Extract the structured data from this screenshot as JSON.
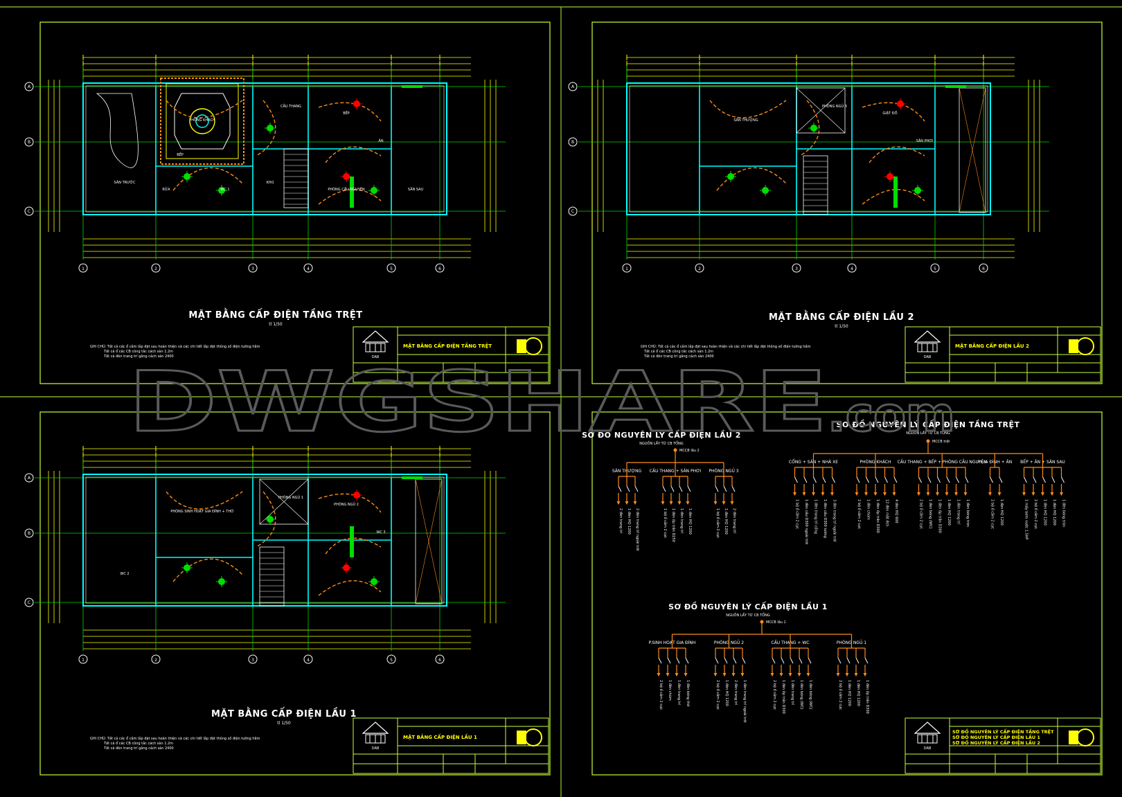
{
  "watermark": {
    "main": "DWGSHARE",
    "suffix": ".com"
  },
  "sheets": {
    "ground_floor": {
      "title": "MẶT BẰNG CẤP ĐIỆN TẦNG TRỆT",
      "scale": "tl 1/50",
      "titleblock_title": "MẶT BẰNG CẤP ĐIỆN TẦNG TRỆT",
      "logo_text": "DAB",
      "notes": [
        "GHI CHÚ: Tất cả các ổ cắm lắp đặt sau hoàn thiện và các chi tiết lắp đặt thông số điện tường hầm",
        "Tất cả ổ các CB công tắc cách sàn 1.2m",
        "Tất cả đèn trang trí gắng cách sàn 2400"
      ],
      "rooms": [
        "PHÒNG KHÁCH",
        "CẦU THANG",
        "BẾP",
        "ĂN",
        "SÂN TRƯỚC",
        "BẾP",
        "RỬA",
        "WC 1",
        "KHO",
        "PHÒNG CẦU NGUYỆN",
        "SÂN SAU"
      ],
      "grid_cols": [
        "1",
        "2",
        "3",
        "4",
        "5",
        "6"
      ],
      "grid_rows": [
        "A",
        "B",
        "C"
      ]
    },
    "floor2": {
      "title": "MẶT BẰNG CẤP ĐIỆN LẦU 2",
      "scale": "tl 1/50",
      "titleblock_title": "MẶT BẰNG CẤP ĐIỆN LẦU 2",
      "logo_text": "DAB",
      "notes": [
        "GHI CHÚ: Tất cả các ổ cắm lắp đặt sau hoàn thiện và các chi tiết lắp đặt thông số điện tường hầm",
        "Tất cả ổ các CB công tắc cách sàn 1.2m",
        "Tất cả đèn trang trí gắng cách sàn 2400"
      ],
      "rooms": [
        "SÂN THƯỢNG",
        "PHÒNG NGỦ 3",
        "GIẶT ĐỒ",
        "SÂN PHƠI"
      ],
      "grid_cols": [
        "1",
        "2",
        "3",
        "4",
        "5",
        "6"
      ],
      "grid_rows": [
        "A",
        "B",
        "C"
      ]
    },
    "floor1": {
      "title": "MẶT BẰNG CẤP ĐIỆN LẦU 1",
      "scale": "tl 1/50",
      "titleblock_title": "MẶT BẰNG CẤP ĐIỆN LẦU 1",
      "logo_text": "DAB",
      "notes": [
        "GHI CHÚ: Tất cả các ổ cắm lắp đặt sau hoàn thiện và các chi tiết lắp đặt thông số điện tường hầm",
        "Tất cả ổ các CB công tắc cách sàn 1.2m",
        "Tất cả đèn trang trí gắng cách sàn 2400"
      ],
      "rooms": [
        "PHÒNG SINH HOẠT GIA ĐÌNH + THỜ",
        "PHÒNG NGỦ 1",
        "PHÒNG NGỦ 2",
        "WC 3",
        "WC 2"
      ],
      "grid_cols": [
        "1",
        "2",
        "3",
        "4",
        "5",
        "6"
      ],
      "grid_rows": [
        "A",
        "B",
        "C"
      ]
    },
    "schematics": {
      "titleblock_lines": [
        "SƠ ĐỒ NGUYÊN LÝ CẤP ĐIỆN TẦNG TRỆT",
        "SƠ ĐỒ NGUYÊN LÝ CẤP ĐIỆN LẦU 1",
        "SƠ ĐỒ NGUYÊN LÝ CẤP ĐIỆN LẦU 2"
      ],
      "logo_text": "DAB",
      "diagrams": [
        {
          "id": "lau2",
          "title": "SƠ ĐỒ NGUYÊN LÝ CẤP ĐIỆN LẦU 2",
          "source": "NGUỒN LẤY TỪ CB TỔNG",
          "mccb": "MCCB lầu 2",
          "groups": [
            {
              "name": "SÂN THƯỢNG",
              "circuits": [
                "2 đèn trang trí",
                "1 đèn HQ 1200",
                "2 đèn trang trí ngoài trời"
              ]
            },
            {
              "name": "CẦU THANG + SÂN PHƠI",
              "circuits": [
                "1 bộ ổ cắm 2 cực",
                "1 đèn ốp trần D250",
                "1 đèn trang trí",
                "1 đèn HQ 1200"
              ]
            },
            {
              "name": "PHÒNG NGỦ 3",
              "circuits": [
                "1 bộ ổ cắm 2 cực",
                "1 đèn HQ 1200",
                "2 đèn trang trí"
              ]
            }
          ]
        },
        {
          "id": "tret",
          "title": "SƠ ĐỒ NGUYÊN LÝ CẤP ĐIỆN TẦNG TRỆT",
          "source": "NGUỒN LẤY TỪ CB TỔNG",
          "mccb": "MCCB trệt",
          "groups": [
            {
              "name": "CỔNG + SÂN + NHÀ XE",
              "circuits": [
                "1 bộ ổ cắm 2 cực",
                "1 đèn cầu D300 ngoài trời",
                "1 đèn trang trí cổng",
                "1 đèn cầu D300 tường",
                "3 đèn trang trí ngoài trời"
              ]
            },
            {
              "name": "PHÒNG KHÁCH",
              "circuits": [
                "2 bộ ổ cắm 2 cực",
                "1 đèn chùm",
                "1 đèn ốp trần D300",
                "12 đèn mắt ếch",
                "4 đèn HQ 600"
              ]
            },
            {
              "name": "CẦU THANG + BẾP + PHÒNG CẦU NGUYỆN",
              "circuits": [
                "2 bộ ổ cắm 2 cực",
                "1 đèn bóng (WC)",
                "1 đèn ốp trần D300",
                "1 đèn HQ 1200",
                "1 đèn trang trí",
                "1 đèn bóng tròn"
              ]
            },
            {
              "name": "P.GIA ĐÌNH + ĂN",
              "circuits": [
                "2 bộ ổ cắm 2 cực",
                "1 đèn HQ 1200"
              ]
            },
            {
              "name": "BẾP + ĂN + SÂN SAU",
              "circuits": [
                "1 máy bơm nước 1.5HP",
                "2 bộ ổ cắm 2 cực",
                "1 đèn HQ 1200",
                "1 đèn HQ 1200",
                "1 đèn bóng tròn"
              ]
            }
          ]
        },
        {
          "id": "lau1",
          "title": "SƠ ĐỒ NGUYÊN LÝ CẤP ĐIỆN LẦU 1",
          "source": "NGUỒN LẤY TỪ CB TỔNG",
          "mccb": "MCCB lầu 1",
          "groups": [
            {
              "name": "P.SINH HOẠT GIA ĐÌNH",
              "circuits": [
                "2 bộ ổ cắm 2 cực",
                "1 đèn chùm",
                "1 đèn trang trí",
                "1 đèn bóng thờ"
              ]
            },
            {
              "name": "PHÒNG NGỦ 2",
              "circuits": [
                "2 bộ ổ cắm 2 cực",
                "1 đèn HQ 1200",
                "2 đèn trang trí",
                "1 đèn trang trí ngoài trời"
              ]
            },
            {
              "name": "CẦU THANG + WC",
              "circuits": [
                "2 bộ ổ cắm 2 cực",
                "1 đèn ốp trần D300",
                "1 đèn trang trí",
                "1 đèn bóng (WC)",
                "1 đèn bóng (WC)"
              ]
            },
            {
              "name": "PHÒNG NGỦ 1",
              "circuits": [
                "2 bộ ổ cắm 2 cực",
                "1 đèn HQ 1200",
                "1 đèn HQ 1200",
                "1 đèn ốp trần D300"
              ]
            }
          ]
        }
      ]
    }
  },
  "colors": {
    "frame": "#c8ff3c",
    "wall": "#00ffff",
    "dim": "#ffff00",
    "wire": "#ff8c1a",
    "text": "#ffffff",
    "grid_green": "#00dd00",
    "device_red": "#ff0000",
    "watermark": "#5a5a5a"
  }
}
